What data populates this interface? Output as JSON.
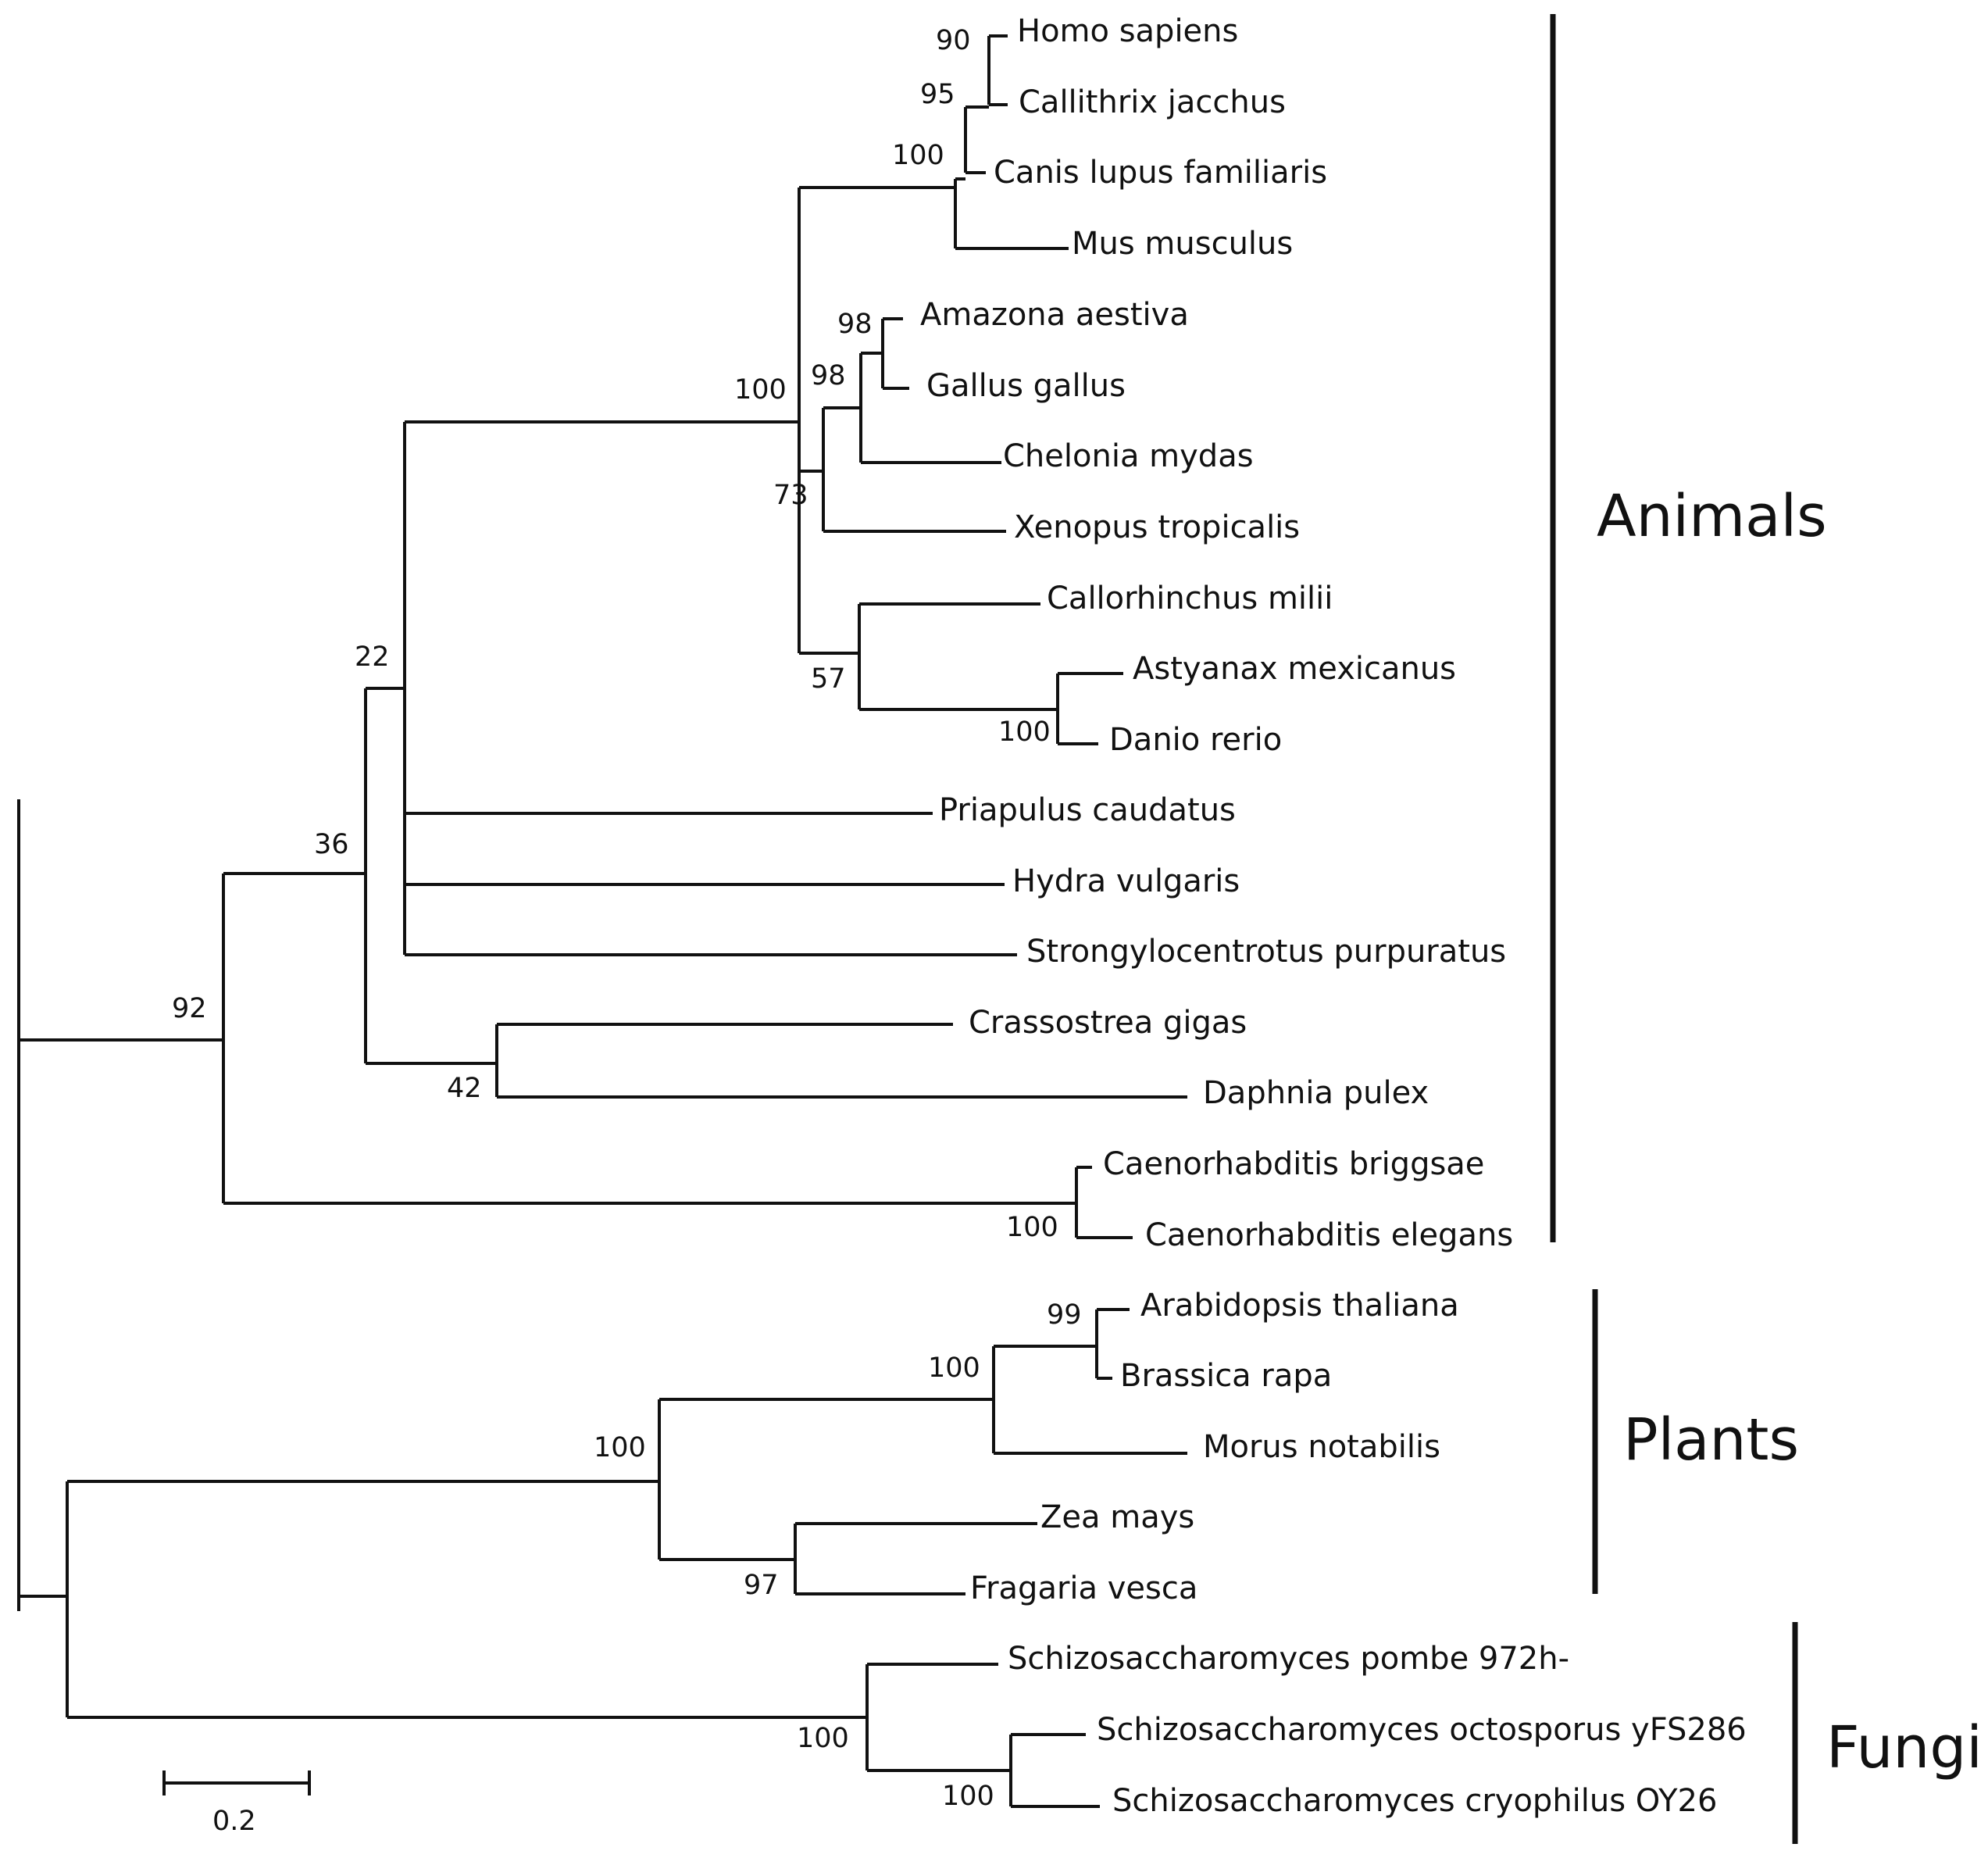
{
  "tree": {
    "taxa": [
      "Homo sapiens",
      "Callithrix jacchus",
      "Canis lupus familiaris",
      "Mus musculus",
      "Amazona aestiva",
      "Gallus gallus",
      "Chelonia mydas",
      "Xenopus tropicalis",
      "Callorhinchus milii",
      "Astyanax mexicanus",
      "Danio rerio",
      "Priapulus caudatus",
      "Hydra vulgaris",
      "Strongylocentrotus purpuratus",
      "Crassostrea gigas",
      "Daphnia pulex",
      "Caenorhabditis briggsae",
      "Caenorhabditis elegans",
      "Arabidopsis thaliana",
      "Brassica rapa",
      "Morus notabilis",
      "Zea mays",
      "Fragaria vesca",
      "Schizosaccharomyces pombe 972h-",
      "Schizosaccharomyces octosporus yFS286",
      "Schizosaccharomyces cryophilus OY26"
    ],
    "bootstrap": [
      "90",
      "95",
      "100",
      "98",
      "98",
      "73",
      "57",
      "100",
      "100",
      "22",
      "36",
      "42",
      "92",
      "100",
      "99",
      "100",
      "100",
      "97",
      "100",
      "100"
    ],
    "groups": [
      "Animals",
      "Plants",
      "Fungi"
    ],
    "scale_bar_label": "0.2"
  }
}
